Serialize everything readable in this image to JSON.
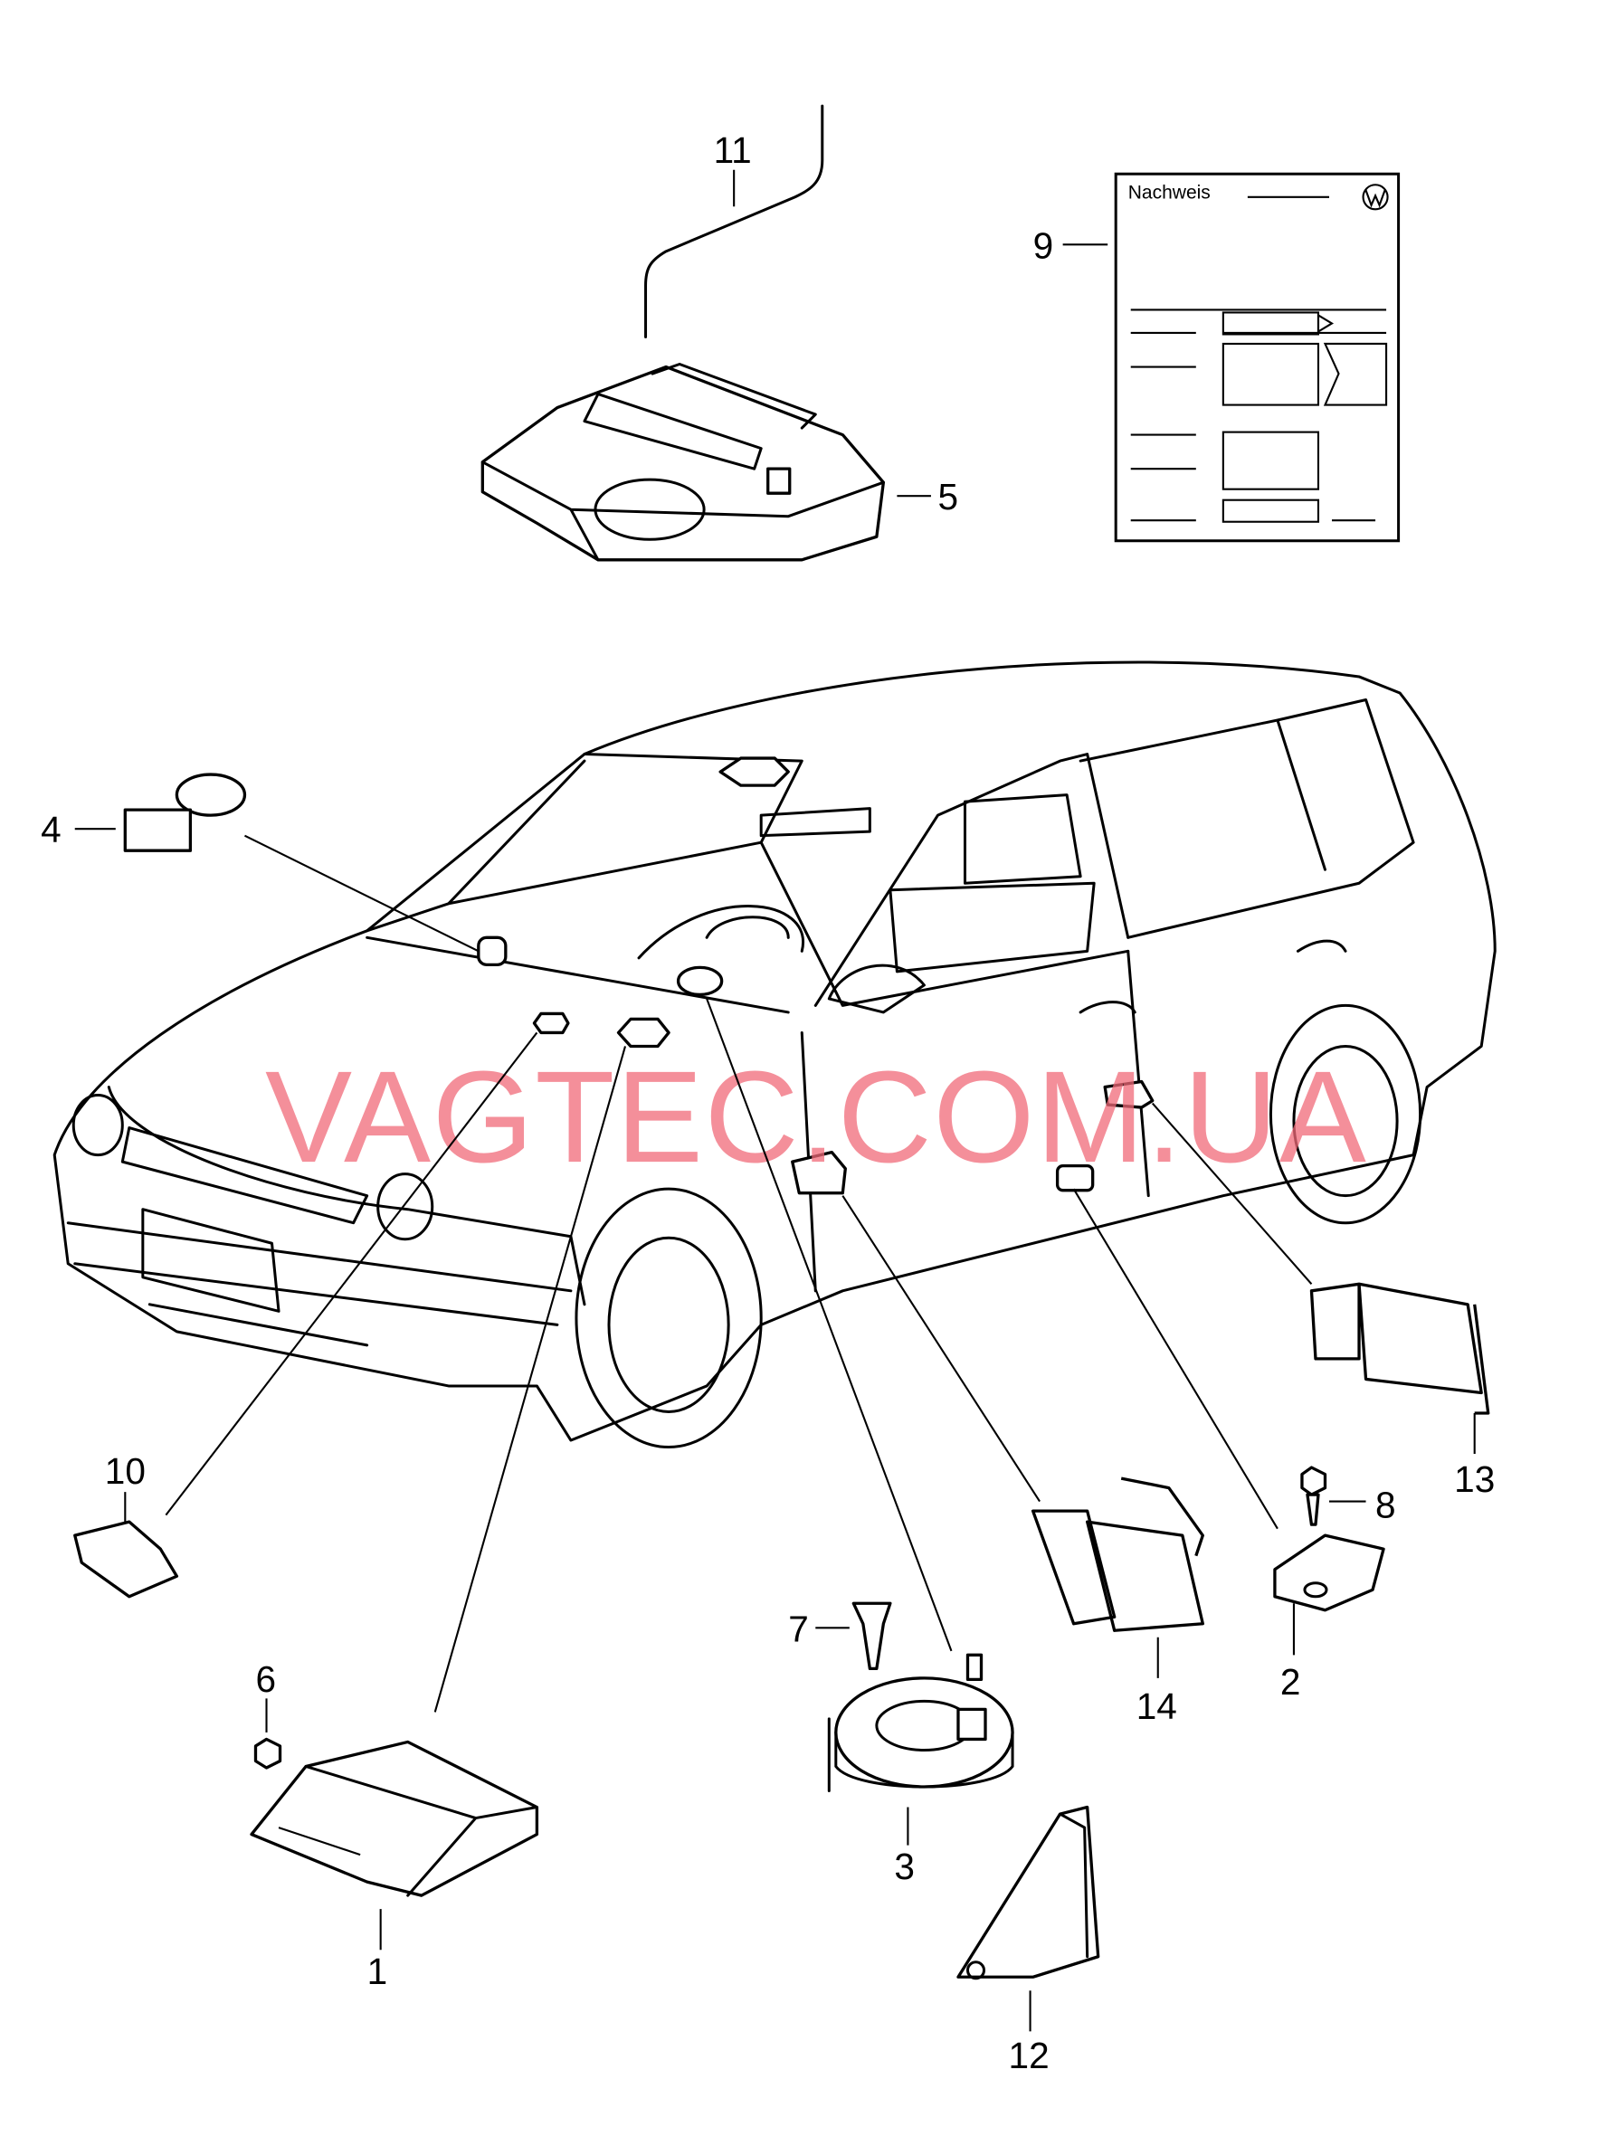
{
  "diagram": {
    "watermark": "VAGTEC.COM.UA",
    "document_card": {
      "title": "Nachweis",
      "logo": "VW"
    },
    "callouts": [
      {
        "id": "11",
        "label": "11"
      },
      {
        "id": "9",
        "label": "9"
      },
      {
        "id": "5",
        "label": "5"
      },
      {
        "id": "4",
        "label": "4"
      },
      {
        "id": "10",
        "label": "10"
      },
      {
        "id": "6",
        "label": "6"
      },
      {
        "id": "1",
        "label": "1"
      },
      {
        "id": "7",
        "label": "7"
      },
      {
        "id": "3",
        "label": "3"
      },
      {
        "id": "14",
        "label": "14"
      },
      {
        "id": "8",
        "label": "8"
      },
      {
        "id": "2",
        "label": "2"
      },
      {
        "id": "13",
        "label": "13"
      },
      {
        "id": "12",
        "label": "12"
      }
    ]
  }
}
